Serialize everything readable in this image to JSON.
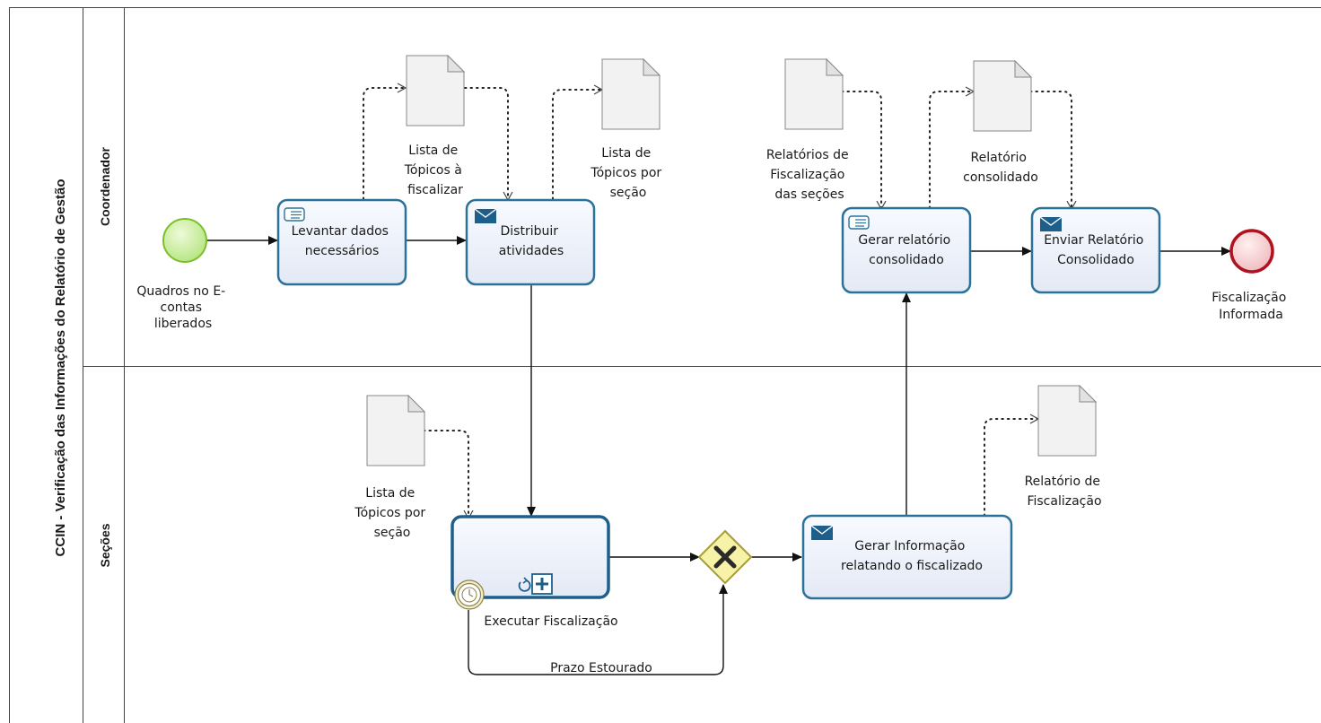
{
  "pool": {
    "title": "CCIN - Verificação das Informações do Relatório de Gestão"
  },
  "lanes": {
    "top": "Coordenador",
    "bottom": "Seções"
  },
  "events": {
    "start": [
      "Quadros no E-",
      "contas",
      "liberados"
    ],
    "end": [
      "Fiscalização",
      "Informada"
    ]
  },
  "tasks": {
    "levantar": [
      "Levantar dados",
      "necessários"
    ],
    "distribuir": [
      "Distribuir",
      "atividades"
    ],
    "gerar_consolidado": [
      "Gerar relatório",
      "consolidado"
    ],
    "enviar": [
      "Enviar Relatório",
      "Consolidado"
    ],
    "executar": [
      "Executar Fiscalização"
    ],
    "gerar_info": [
      "Gerar Informação",
      "relatando o fiscalizado"
    ]
  },
  "documents": {
    "lista_fiscalizar": [
      "Lista de",
      "Tópicos à",
      "fiscalizar"
    ],
    "lista_secao_top": [
      "Lista de",
      "Tópicos por",
      "seção"
    ],
    "relatorios_fiscalizacao": [
      "Relatórios de",
      "Fiscalização",
      "das seções"
    ],
    "relatorio_consolidado": [
      "Relatório",
      "consolidado"
    ],
    "lista_secao_bottom": [
      "Lista de",
      "Tópicos por",
      "seção"
    ],
    "relatorio_fiscalizacao": [
      "Relatório de",
      "Fiscalização"
    ]
  },
  "flows": {
    "prazo": "Prazo Estourado"
  },
  "colors": {
    "task_stroke": "#2a7298",
    "task_fill": "#eef2fa",
    "start_fill": "#c7ee9b",
    "start_stroke": "#7cbf2b",
    "end_fill": "#f3c9cc",
    "end_stroke": "#b0121f",
    "gateway_fill": "#f6f2a8",
    "gateway_stroke": "#a59d36"
  },
  "icons": {
    "manual": "manual-task-icon",
    "send": "envelope-icon",
    "timer": "timer-icon",
    "loop": "loop-icon",
    "subprocess": "subprocess-plus-icon",
    "gateway": "exclusive-gateway-x-icon"
  }
}
